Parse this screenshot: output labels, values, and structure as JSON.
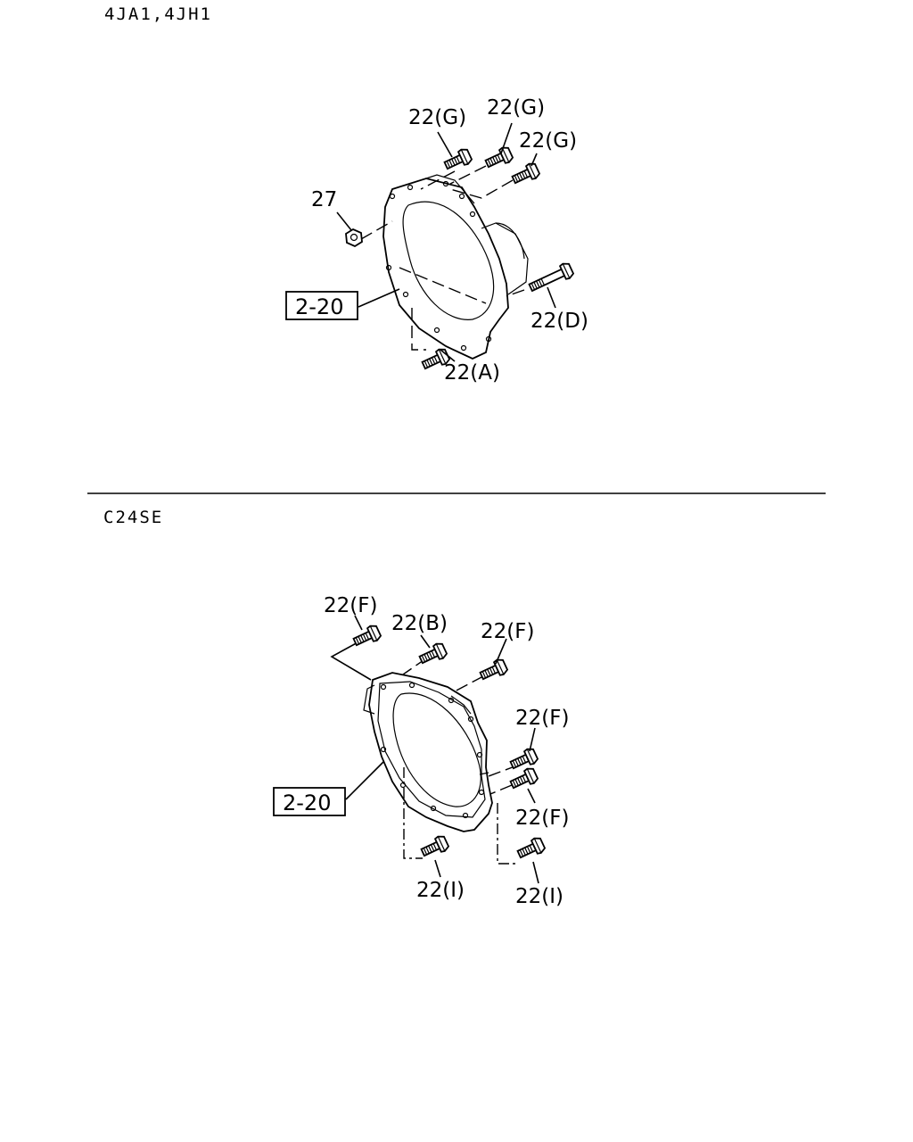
{
  "sections": [
    {
      "header": "4JA1,4JH1",
      "ref_box": "2-20",
      "callouts": [
        "22(G)",
        "22(G)",
        "22(G)",
        "27",
        "22(D)",
        "22(A)"
      ]
    },
    {
      "header": "C24SE",
      "ref_box": "2-20",
      "callouts": [
        "22(F)",
        "22(B)",
        "22(F)",
        "22(F)",
        "22(F)",
        "22(I)",
        "22(I)"
      ]
    }
  ]
}
